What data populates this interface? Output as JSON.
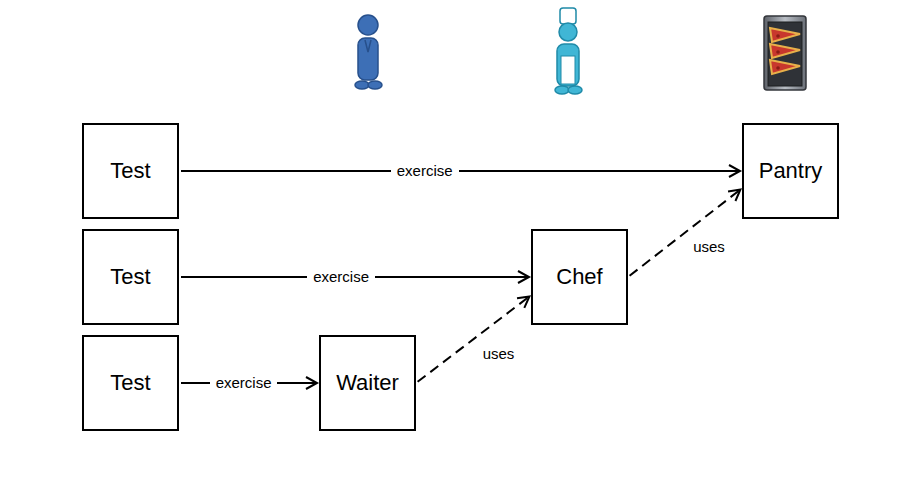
{
  "diagram": {
    "nodes": [
      {
        "text": [
          "Test"
        ]
      },
      {
        "text": [
          "Pantry"
        ]
      },
      {
        "text": [
          "Test"
        ]
      },
      {
        "text": [
          "Chef"
        ]
      },
      {
        "text": [
          "Test"
        ]
      },
      {
        "text": [
          "Waiter"
        ]
      }
    ],
    "edges": [
      {
        "from": 0,
        "to": 1,
        "arrow": "to",
        "label": "exercise"
      },
      {
        "from": 2,
        "to": 3,
        "arrow": "to",
        "label": "exercise"
      },
      {
        "from": 4,
        "to": 5,
        "arrow": "to",
        "label": "exercise"
      },
      {
        "from": 5,
        "to": 3,
        "arrow": "to",
        "label": "uses"
      },
      {
        "from": 3,
        "to": 1,
        "arrow": "to",
        "label": "uses"
      }
    ]
  }
}
